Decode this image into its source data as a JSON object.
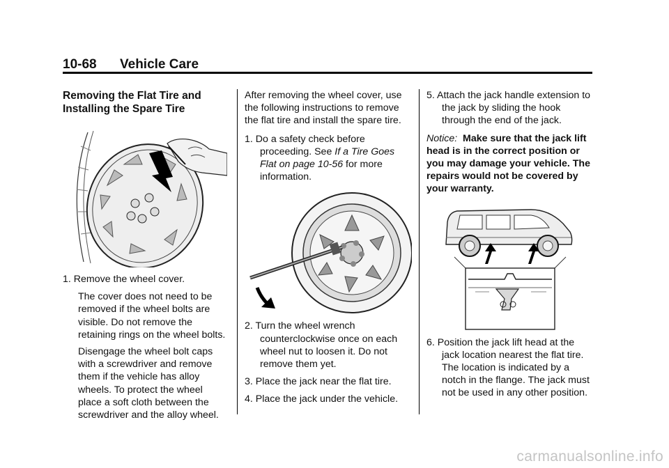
{
  "header": {
    "page_number": "10-68",
    "chapter": "Vehicle Care"
  },
  "col1": {
    "title": "Removing the Flat Tire and Installing the Spare Tire",
    "step1": "1. Remove the wheel cover.",
    "step1_p1": "The cover does not need to be removed if the wheel bolts are visible. Do not remove the retaining rings on the wheel bolts.",
    "step1_p2": "Disengage the wheel bolt caps with a screwdriver and remove them if the vehicle has alloy wheels. To protect the wheel place a soft cloth between the screwdriver and the alloy wheel."
  },
  "col2": {
    "intro": "After removing the wheel cover, use the following instructions to remove the flat tire and install the spare tire.",
    "step1_a": "1. Do a safety check before proceeding. See ",
    "step1_link": "If a Tire Goes Flat on page 10-56",
    "step1_b": " for more information.",
    "step2": "2. Turn the wheel wrench counterclockwise once on each wheel nut to loosen it. Do not remove them yet.",
    "step3": "3. Place the jack near the flat tire.",
    "step4": "4. Place the jack under the vehicle."
  },
  "col3": {
    "step5": "5. Attach the jack handle extension to the jack by sliding the hook through the end of the jack.",
    "notice_label": "Notice:",
    "notice_text": "Make sure that the jack lift head is in the correct position or you may damage your vehicle. The repairs would not be covered by your warranty.",
    "step6": "6. Position the jack lift head at the jack location nearest the flat tire. The location is indicated by a notch in the flange. The jack must not be used in any other position."
  },
  "footer": {
    "watermark": "carmanualsonline.info"
  }
}
